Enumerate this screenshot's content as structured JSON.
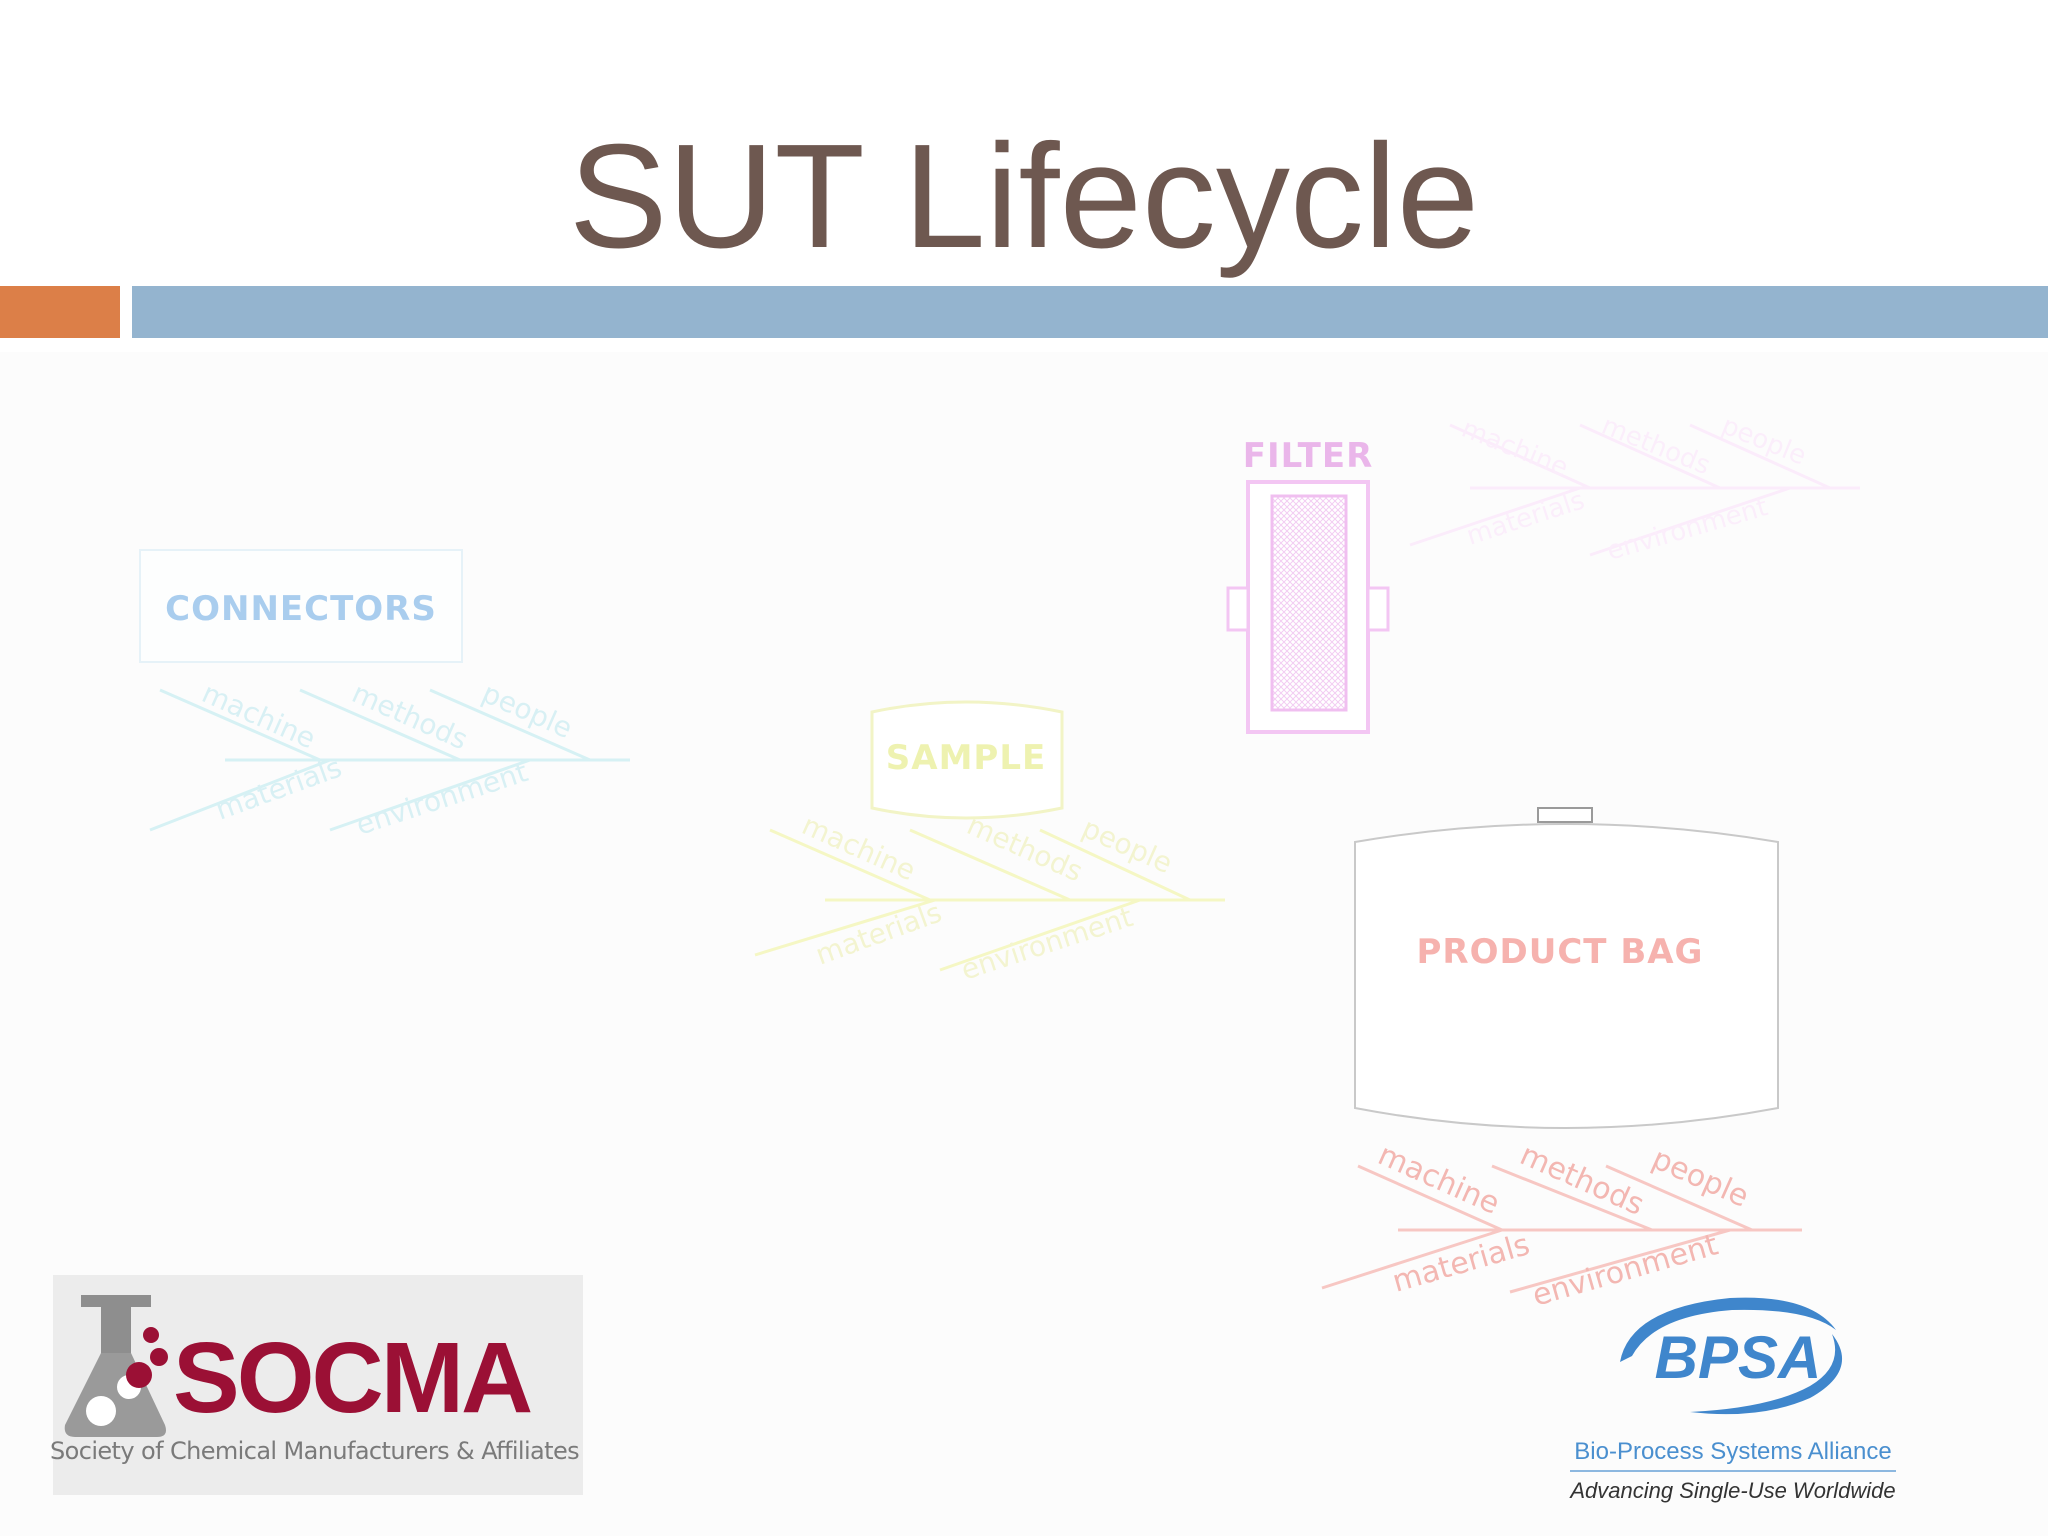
{
  "slide": {
    "title": "SUT Lifecycle"
  },
  "colors": {
    "title": "#6e5850",
    "accent_orange": "#dc7f48",
    "accent_blue": "#94b4cf",
    "connectors": "#a9cdee",
    "sample": "#eef2b0",
    "filter": "#eab6ea",
    "product_bag": "#f6b2ae",
    "socma_red": "#9b1035",
    "bpsa_blue": "#3f86cc"
  },
  "diagram": {
    "connectors": {
      "label": "CONNECTORS",
      "bones": [
        "machine",
        "methods",
        "people",
        "materials",
        "environment"
      ]
    },
    "sample": {
      "label": "SAMPLE",
      "bones": [
        "machine",
        "methods",
        "people",
        "materials",
        "environment"
      ]
    },
    "filter": {
      "label": "FILTER",
      "bones": [
        "machine",
        "methods",
        "people",
        "materials",
        "environment"
      ]
    },
    "product_bag": {
      "label": "PRODUCT BAG",
      "bones": [
        "machine",
        "methods",
        "people",
        "materials",
        "environment"
      ]
    }
  },
  "logos": {
    "socma": {
      "name": "SOCMA",
      "tagline": "Society of Chemical Manufacturers & Affiliates"
    },
    "bpsa": {
      "mark": "BPSA",
      "name": "Bio-Process Systems Alliance",
      "tagline": "Advancing Single-Use Worldwide"
    }
  }
}
